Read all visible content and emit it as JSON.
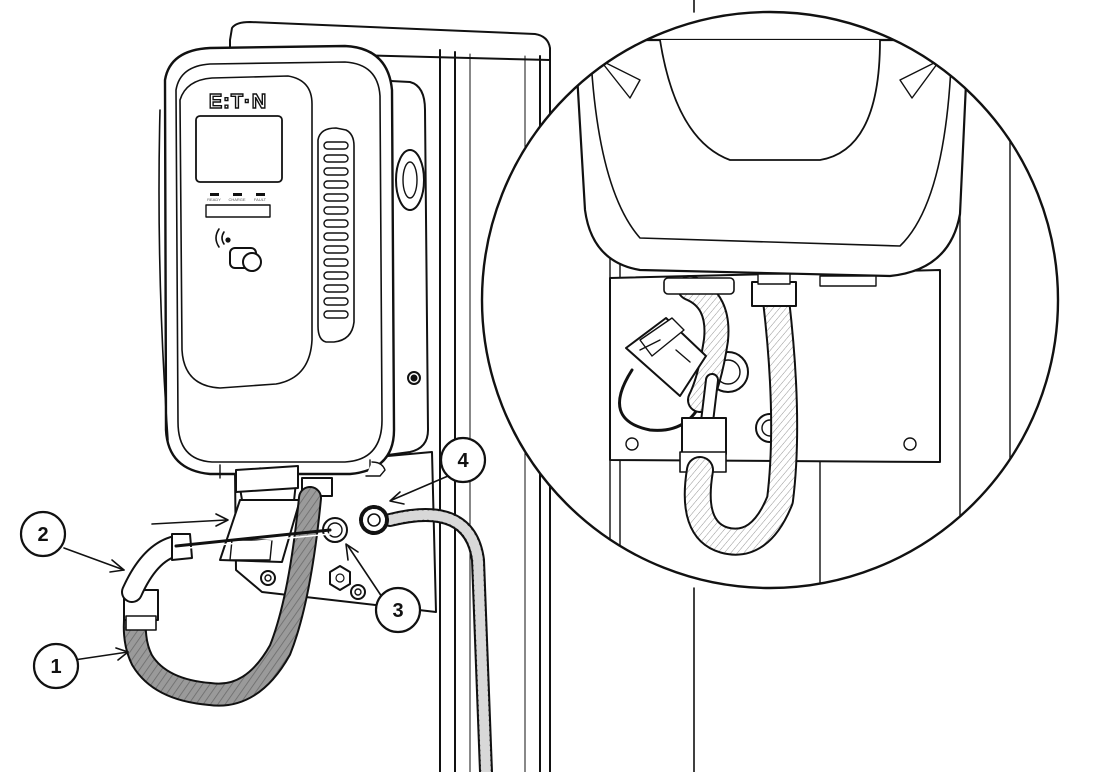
{
  "brand": "E:T·N",
  "leds": [
    "READY",
    "CHARGE",
    "FAULT"
  ],
  "callouts": [
    "1",
    "2",
    "3",
    "4"
  ]
}
